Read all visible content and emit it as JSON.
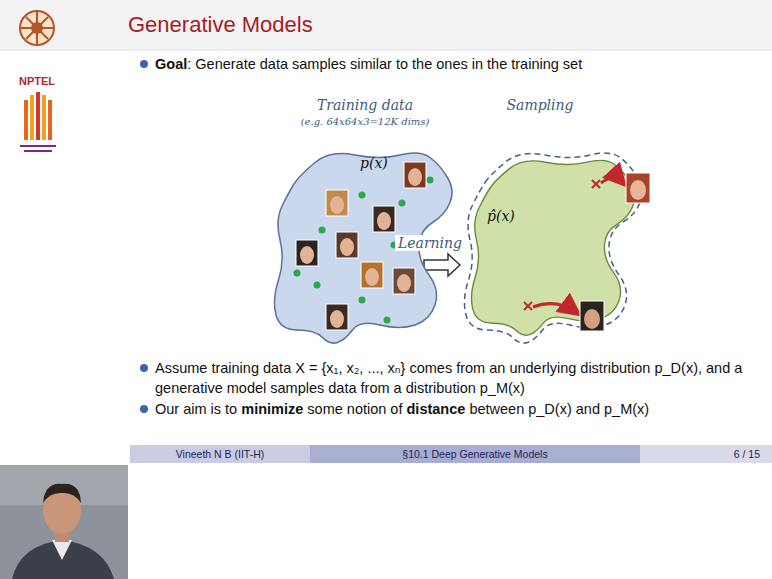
{
  "diagram": {
    "title": "Generative Models",
    "nodes": [
      {
        "text": [
          "Training data",
          "(e.g. 64x64x3=12K dims)",
          "p(x)"
        ]
      },
      {
        "text": [
          "Sampling",
          "p̂(x)"
        ]
      }
    ],
    "edges": [
      {
        "from": 0,
        "to": 1,
        "label": "Learning",
        "arrow": "to"
      }
    ],
    "labels": [
      "NPTEL",
      "Goal",
      ": Generate data samples similar to the ones in the training set",
      "Assume training data X = {x₁, x₂, ..., xₙ} comes from an underlying distribution p_D(x), and a generative model samples data from a distribution p_M(x)",
      "Our aim is to",
      "minimize",
      "some notion of",
      "distance",
      "between p_D(x) and p_M(x)",
      "Vineeth N B (IIT-H)",
      "§10.1 Deep Generative Models",
      "6 / 15"
    ]
  }
}
